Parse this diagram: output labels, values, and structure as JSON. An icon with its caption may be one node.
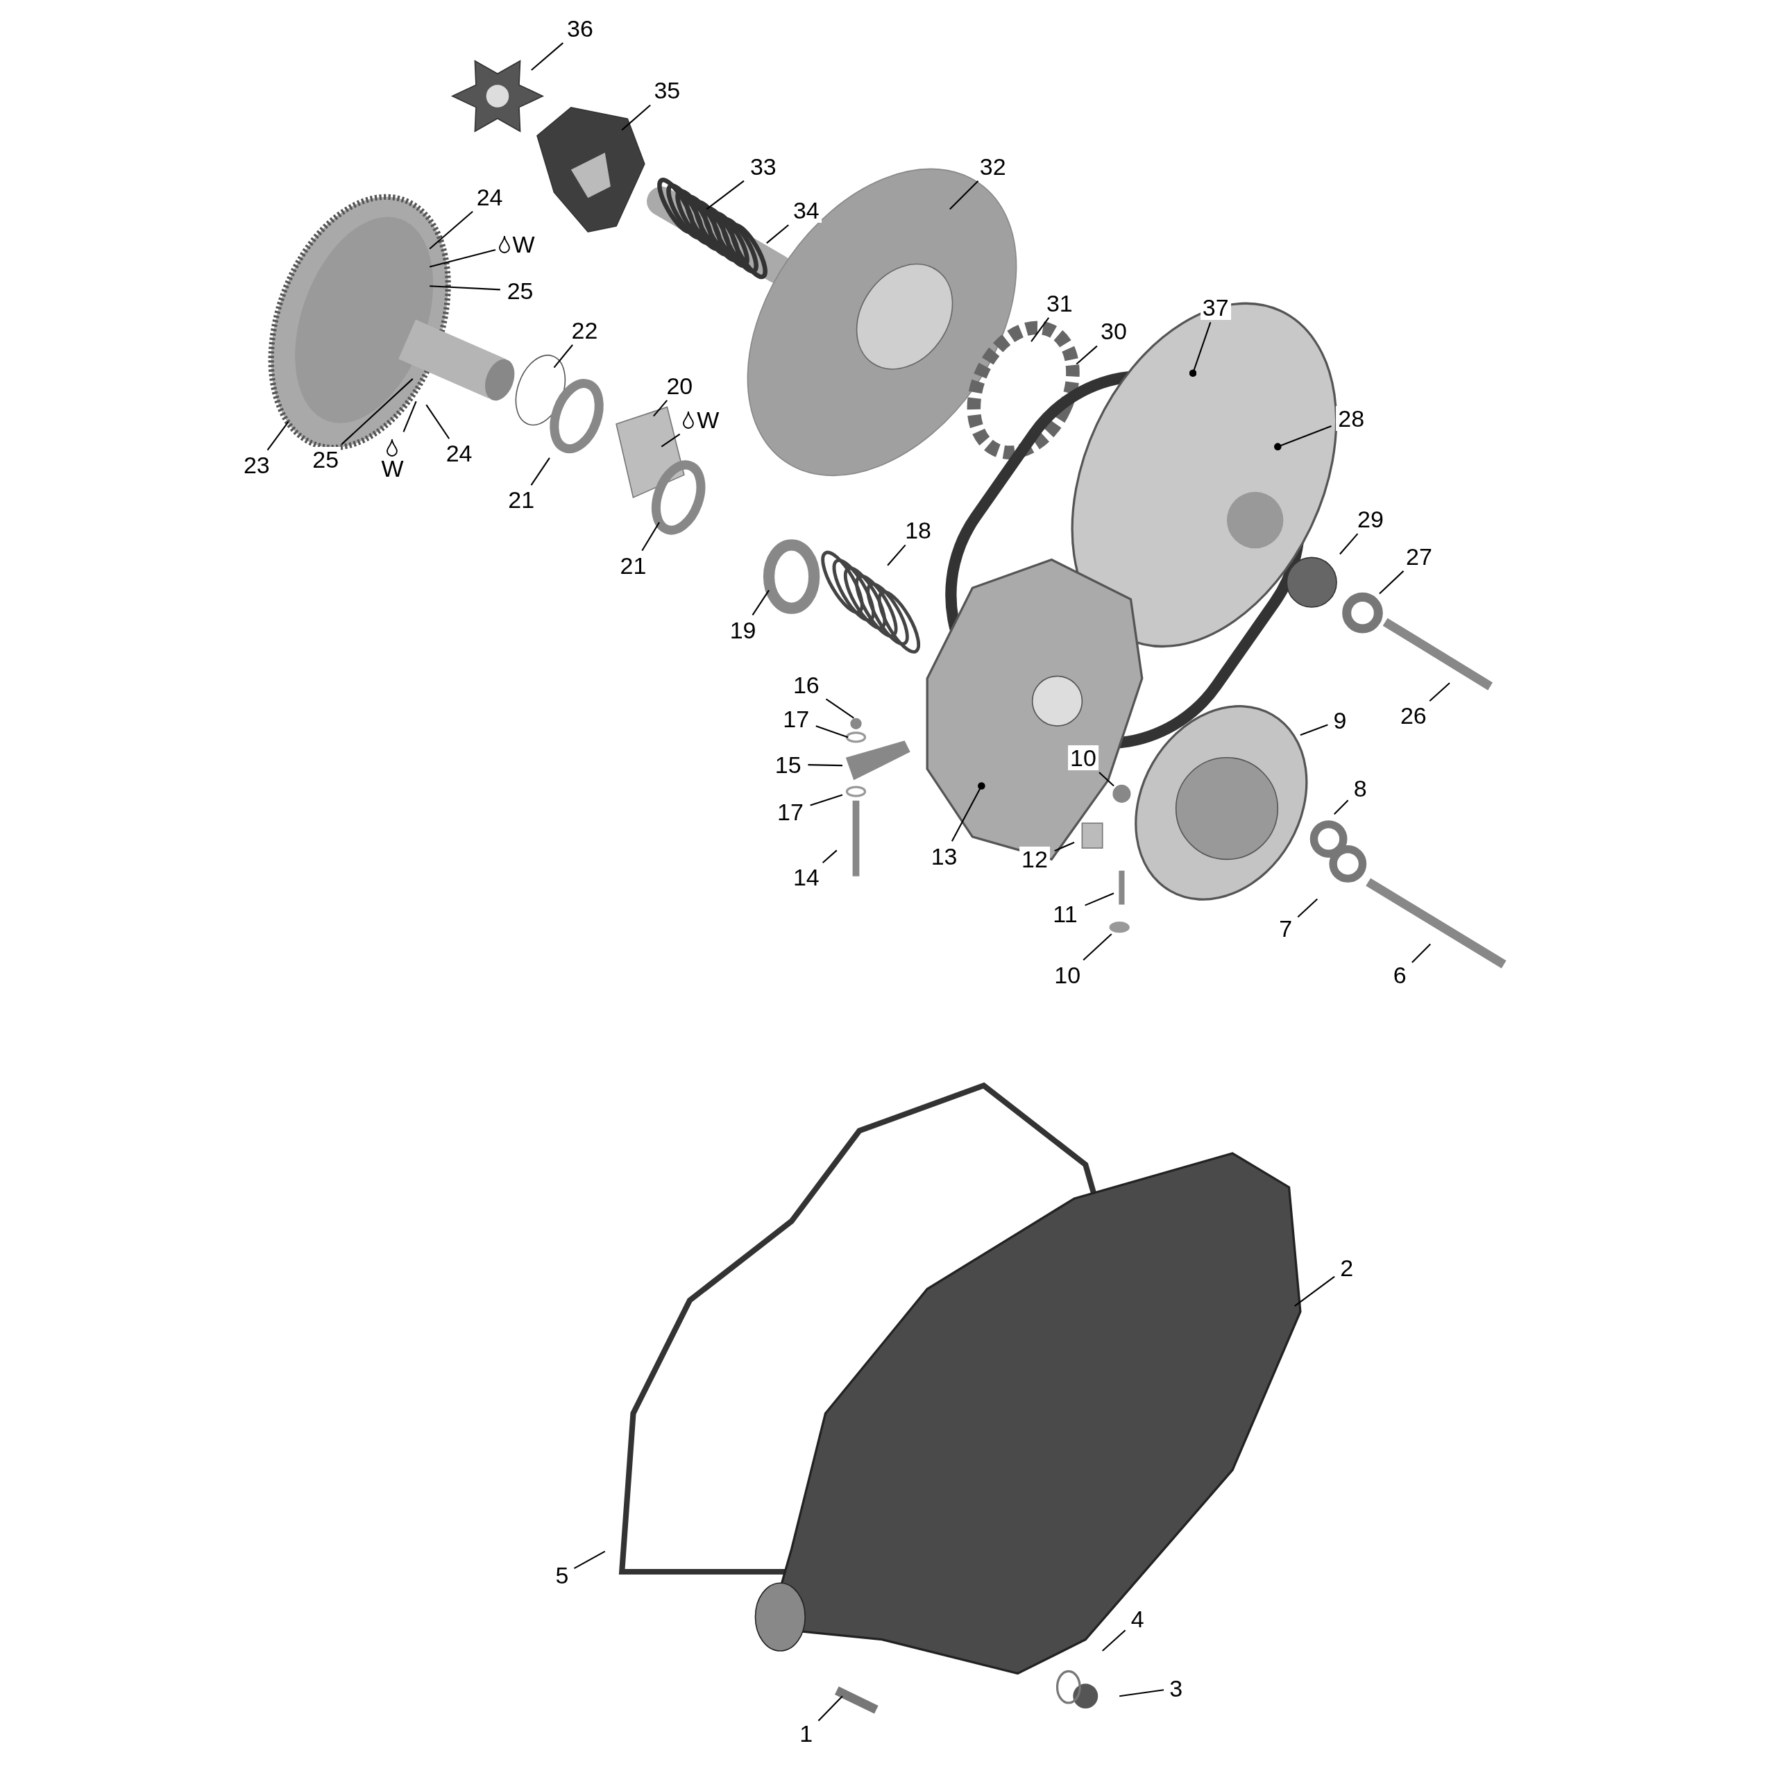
{
  "diagram": {
    "nodes": [
      {
        "text": [
          "36"
        ]
      },
      {
        "text": [
          "35"
        ]
      },
      {
        "text": [
          "33"
        ]
      },
      {
        "text": [
          "32"
        ]
      },
      {
        "text": [
          "24"
        ]
      },
      {
        "text": [
          "34"
        ]
      },
      {
        "text": [
          "W"
        ]
      },
      {
        "text": [
          "25"
        ]
      },
      {
        "text": [
          "37"
        ]
      },
      {
        "text": [
          "31"
        ]
      },
      {
        "text": [
          "22"
        ]
      },
      {
        "text": [
          "30"
        ]
      },
      {
        "text": [
          "20"
        ]
      },
      {
        "text": [
          "W"
        ]
      },
      {
        "text": [
          "28"
        ]
      },
      {
        "text": [
          "24"
        ]
      },
      {
        "text": [
          "25"
        ]
      },
      {
        "text": [
          "23"
        ]
      },
      {
        "text": [
          "W"
        ]
      },
      {
        "text": [
          "21"
        ]
      },
      {
        "text": [
          "29"
        ]
      },
      {
        "text": [
          "18"
        ]
      },
      {
        "text": [
          "27"
        ]
      },
      {
        "text": [
          "21"
        ]
      },
      {
        "text": [
          "19"
        ]
      },
      {
        "text": [
          "16"
        ]
      },
      {
        "text": [
          "17"
        ]
      },
      {
        "text": [
          "26"
        ]
      },
      {
        "text": [
          "9"
        ]
      },
      {
        "text": [
          "10"
        ]
      },
      {
        "text": [
          "15"
        ]
      },
      {
        "text": [
          "8"
        ]
      },
      {
        "text": [
          "17"
        ]
      },
      {
        "text": [
          "13"
        ]
      },
      {
        "text": [
          "12"
        ]
      },
      {
        "text": [
          "14"
        ]
      },
      {
        "text": [
          "11"
        ]
      },
      {
        "text": [
          "7"
        ]
      },
      {
        "text": [
          "10"
        ]
      },
      {
        "text": [
          "6"
        ]
      },
      {
        "text": [
          "2"
        ]
      },
      {
        "text": [
          "5"
        ]
      },
      {
        "text": [
          "4"
        ]
      },
      {
        "text": [
          "3"
        ]
      },
      {
        "text": [
          "1"
        ]
      }
    ],
    "edges": [
      {
        "from": 0,
        "to": null,
        "arrow": "none"
      },
      {
        "from": 1,
        "to": null,
        "arrow": "none"
      },
      {
        "from": 2,
        "to": null,
        "arrow": "none"
      },
      {
        "from": 3,
        "to": null,
        "arrow": "none"
      },
      {
        "from": 4,
        "to": null,
        "arrow": "none"
      },
      {
        "from": 5,
        "to": null,
        "arrow": "none"
      },
      {
        "from": 6,
        "to": null,
        "arrow": "none"
      },
      {
        "from": 7,
        "to": null,
        "arrow": "none"
      },
      {
        "from": 8,
        "to": null,
        "arrow": "other"
      },
      {
        "from": 9,
        "to": null,
        "arrow": "none"
      },
      {
        "from": 10,
        "to": null,
        "arrow": "none"
      },
      {
        "from": 11,
        "to": null,
        "arrow": "none"
      },
      {
        "from": 12,
        "to": null,
        "arrow": "none"
      },
      {
        "from": 13,
        "to": null,
        "arrow": "none"
      },
      {
        "from": 14,
        "to": null,
        "arrow": "other"
      },
      {
        "from": 15,
        "to": null,
        "arrow": "none"
      },
      {
        "from": 16,
        "to": null,
        "arrow": "none"
      },
      {
        "from": 17,
        "to": null,
        "arrow": "none"
      },
      {
        "from": 18,
        "to": null,
        "arrow": "none"
      },
      {
        "from": 19,
        "to": null,
        "arrow": "none"
      },
      {
        "from": 20,
        "to": null,
        "arrow": "none"
      },
      {
        "from": 21,
        "to": null,
        "arrow": "none"
      },
      {
        "from": 22,
        "to": null,
        "arrow": "none"
      },
      {
        "from": 23,
        "to": null,
        "arrow": "none"
      },
      {
        "from": 24,
        "to": null,
        "arrow": "none"
      },
      {
        "from": 25,
        "to": null,
        "arrow": "none"
      },
      {
        "from": 26,
        "to": null,
        "arrow": "none"
      },
      {
        "from": 27,
        "to": null,
        "arrow": "none"
      },
      {
        "from": 28,
        "to": null,
        "arrow": "none"
      },
      {
        "from": 29,
        "to": null,
        "arrow": "none"
      },
      {
        "from": 30,
        "to": null,
        "arrow": "none"
      },
      {
        "from": 31,
        "to": null,
        "arrow": "none"
      },
      {
        "from": 32,
        "to": null,
        "arrow": "none"
      },
      {
        "from": 33,
        "to": null,
        "arrow": "other"
      },
      {
        "from": 34,
        "to": null,
        "arrow": "none"
      },
      {
        "from": 35,
        "to": null,
        "arrow": "none"
      },
      {
        "from": 36,
        "to": null,
        "arrow": "none"
      },
      {
        "from": 37,
        "to": null,
        "arrow": "none"
      },
      {
        "from": 38,
        "to": null,
        "arrow": "none"
      },
      {
        "from": 39,
        "to": null,
        "arrow": "none"
      },
      {
        "from": 40,
        "to": null,
        "arrow": "none"
      },
      {
        "from": 41,
        "to": null,
        "arrow": "none"
      },
      {
        "from": 42,
        "to": null,
        "arrow": "none"
      },
      {
        "from": 43,
        "to": null,
        "arrow": "none"
      },
      {
        "from": 44,
        "to": null,
        "arrow": "none"
      }
    ]
  }
}
